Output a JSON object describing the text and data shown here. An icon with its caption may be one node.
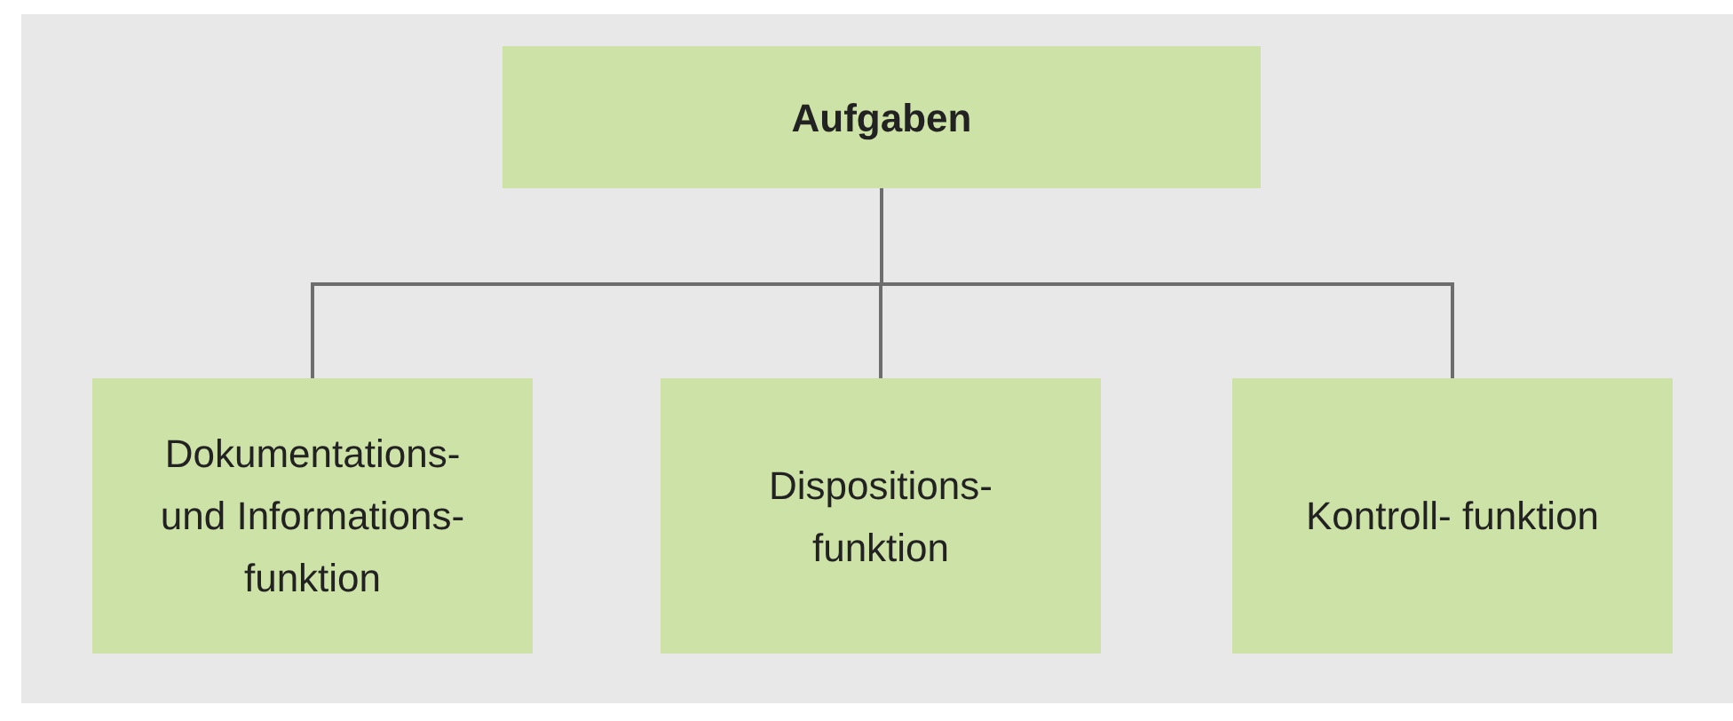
{
  "diagram": {
    "nodes": [
      {
        "text": [
          "Aufgaben"
        ]
      },
      {
        "text": [
          "Dokumentations- und Informations- funktion"
        ]
      },
      {
        "text": [
          "Dispositions- funktion"
        ]
      },
      {
        "text": [
          "Kontroll- funktion"
        ]
      }
    ],
    "edges": [
      {
        "from": 0,
        "to": 1,
        "arrow": "none"
      },
      {
        "from": 0,
        "to": 2,
        "arrow": "none"
      },
      {
        "from": 0,
        "to": 3,
        "arrow": "none"
      }
    ]
  }
}
